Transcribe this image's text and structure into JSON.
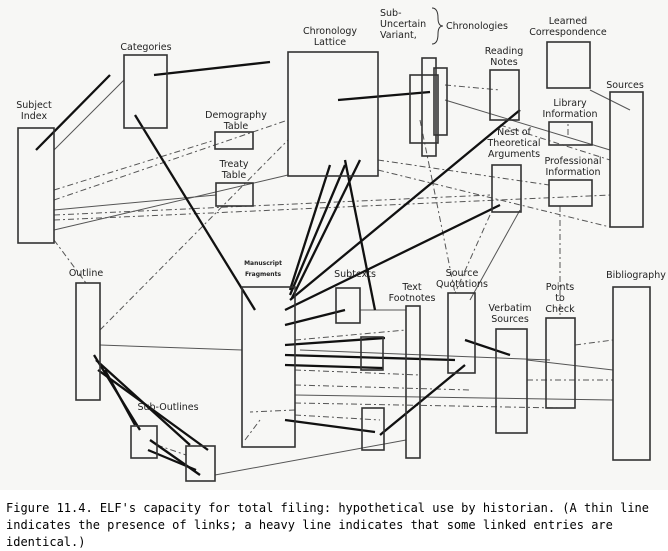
{
  "diagram": {
    "nodes": [
      {
        "id": "subject-index",
        "label": [
          "Subject",
          "Index"
        ]
      },
      {
        "id": "categories",
        "label": [
          "Categories"
        ]
      },
      {
        "id": "chronology-lattice",
        "label": [
          "Chronology",
          "Lattice"
        ]
      },
      {
        "id": "sub-chronologies",
        "label": [
          "Sub-",
          "Uncertain",
          "Variant,"
        ],
        "brace_label": "Chronologies"
      },
      {
        "id": "reading-notes",
        "label": [
          "Reading",
          "Notes"
        ]
      },
      {
        "id": "learned-correspondence",
        "label": [
          "Learned",
          "Correspondence"
        ]
      },
      {
        "id": "library-information",
        "label": [
          "Library",
          "Information"
        ]
      },
      {
        "id": "sources",
        "label": [
          "Sources"
        ]
      },
      {
        "id": "demography-table",
        "label": [
          "Demography",
          "Table"
        ]
      },
      {
        "id": "treaty-table",
        "label": [
          "Treaty",
          "Table"
        ]
      },
      {
        "id": "nest-theoretical-arguments",
        "label": [
          "Nest of",
          "Theoretical",
          "Arguments"
        ]
      },
      {
        "id": "professional-information",
        "label": [
          "Professional",
          "Information"
        ]
      },
      {
        "id": "outline",
        "label": [
          "Outline"
        ]
      },
      {
        "id": "manuscript-fragments",
        "label": [
          "Manuscript",
          "Fragments"
        ]
      },
      {
        "id": "subtexts",
        "label": [
          "Subtexts"
        ]
      },
      {
        "id": "text-footnotes",
        "label": [
          "Text",
          "Footnotes"
        ]
      },
      {
        "id": "source-quotations",
        "label": [
          "Source",
          "Quotations"
        ]
      },
      {
        "id": "verbatim-sources",
        "label": [
          "Verbatim",
          "Sources"
        ]
      },
      {
        "id": "points-to-check",
        "label": [
          "Points",
          "to",
          "Check"
        ]
      },
      {
        "id": "bibliography",
        "label": [
          "Bibliography"
        ]
      },
      {
        "id": "sub-outlines",
        "label": [
          "Sub-Outlines"
        ]
      }
    ],
    "legend": {
      "thin": "presence of links",
      "heavy": "some linked entries are identical"
    }
  },
  "caption": "Figure 11.4. ELF's capacity for total filing: hypothetical use by historian. (A thin line indicates the presence of links; a heavy line indicates that some linked entries are identical.)"
}
